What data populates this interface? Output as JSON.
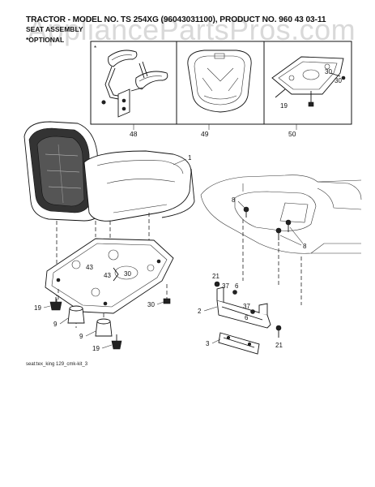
{
  "header": {
    "title": "TRACTOR - MODEL NO. TS 254XG (96043031100), PRODUCT NO. 960 43 03-11",
    "subtitle": "SEAT ASSEMBLY",
    "note": "*OPTIONAL"
  },
  "watermark": "AppliancePartsPros.com",
  "optional_marker": "*",
  "optional_boxes": [
    {
      "label": "48",
      "part": "armrest-kit"
    },
    {
      "label": "49",
      "part": "seat-cushion"
    },
    {
      "label": "50",
      "part": "seat-plate-kit"
    }
  ],
  "part_labels": {
    "p1": "1",
    "p2": "2",
    "p3": "3",
    "p6a": "6",
    "p6b": "6",
    "p8a": "8",
    "p8b": "8",
    "p9a": "9",
    "p9b": "9",
    "p19a": "19",
    "p19b": "19",
    "p19c": "19",
    "p21a": "21",
    "p21b": "21",
    "p30a": "30",
    "p30b": "30",
    "p30c": "30",
    "p37a": "37",
    "p37b": "37",
    "p43a": "43",
    "p43b": "43"
  },
  "footer_code": "seat:tex_king 129_cmk-kit_3"
}
